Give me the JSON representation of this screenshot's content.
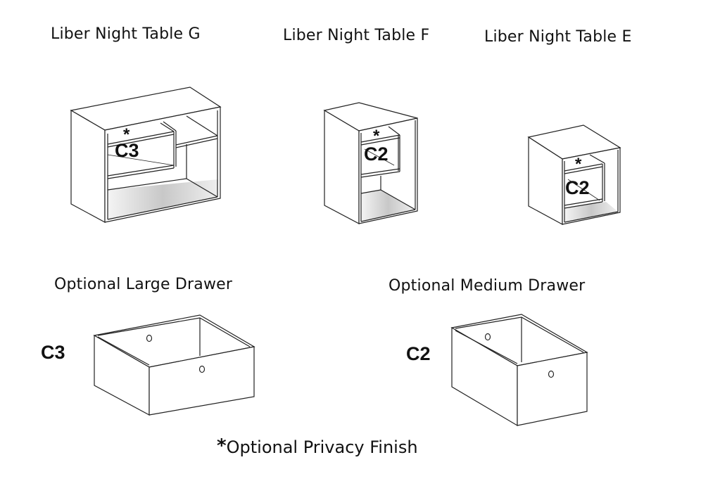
{
  "products": [
    {
      "title": "Liber Night Table G",
      "drawer_code": "C3",
      "privacy_mark": "*"
    },
    {
      "title": "Liber Night Table F",
      "drawer_code": "C2",
      "privacy_mark": "*"
    },
    {
      "title": "Liber Night Table E",
      "drawer_code": "C2",
      "privacy_mark": "*"
    }
  ],
  "drawers": [
    {
      "title": "Optional Large Drawer",
      "code": "C3"
    },
    {
      "title": "Optional Medium Drawer",
      "code": "C2"
    }
  ],
  "footnote": {
    "mark": "*",
    "text": "Optional Privacy Finish"
  }
}
